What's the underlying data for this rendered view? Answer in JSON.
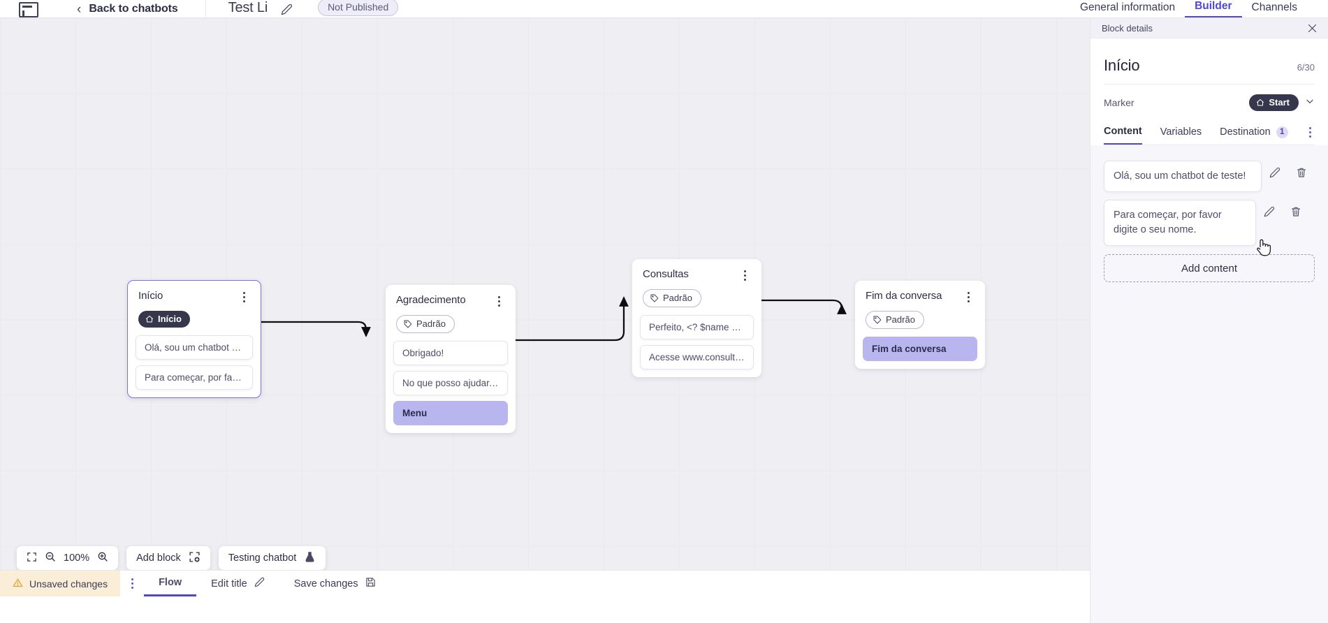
{
  "header": {
    "logo_name": "app-logo",
    "back_label": "Back to chatbots",
    "bot_title": "Test Li",
    "publish_status": "Not Published",
    "tabs": [
      {
        "label": "General information",
        "active": false
      },
      {
        "label": "Builder",
        "active": true
      },
      {
        "label": "Channels",
        "active": false
      }
    ]
  },
  "canvas": {
    "nodes": [
      {
        "title": "Início",
        "tag": "Início",
        "tag_type": "start",
        "selected": true,
        "messages": [
          {
            "text": "Olá, sou um chatbot de teste!",
            "highlight": false
          },
          {
            "text": "Para começar, por favor digite o ...",
            "highlight": false
          }
        ]
      },
      {
        "title": "Agradecimento",
        "tag": "Padrão",
        "tag_type": "padrao",
        "selected": false,
        "messages": [
          {
            "text": "Obrigado!",
            "highlight": false
          },
          {
            "text": "No que posso ajudar, <? $name ...",
            "highlight": false
          },
          {
            "text": "Menu",
            "highlight": true
          }
        ]
      },
      {
        "title": "Consultas",
        "tag": "Padrão",
        "tag_type": "padrao",
        "selected": false,
        "messages": [
          {
            "text": "Perfeito, <? $name ?>!",
            "highlight": false
          },
          {
            "text": "Acesse www.consultas.com par...",
            "highlight": false
          }
        ]
      },
      {
        "title": "Fim da conversa",
        "tag": "Padrão",
        "tag_type": "padrao",
        "selected": false,
        "messages": [
          {
            "text": "Fim da conversa",
            "highlight": true
          }
        ]
      }
    ]
  },
  "toolbar": {
    "fit_icon": "fit-screen-icon",
    "zoom_out_icon": "zoom-out-icon",
    "zoom_level": "100%",
    "zoom_in_icon": "zoom-in-icon",
    "add_block_label": "Add block",
    "add_block_icon": "add-block-icon",
    "testing_label": "Testing chatbot",
    "testing_icon": "flask-icon"
  },
  "statusbar": {
    "unsaved_label": "Unsaved changes",
    "unsaved_icon": "warning-icon",
    "kebab_icon": "more-options-icon",
    "flow_label": "Flow",
    "edit_title_label": "Edit title",
    "edit_title_icon": "pencil-icon",
    "save_label": "Save changes",
    "save_icon": "save-disk-icon"
  },
  "panel": {
    "bar_label": "Block details",
    "close_icon": "close-icon",
    "title": "Início",
    "counter": "6/30",
    "marker_label": "Marker",
    "marker_value": "Start",
    "marker_icon": "home-icon",
    "marker_chevron": "chevron-down-icon",
    "tabs": [
      {
        "label": "Content",
        "active": true,
        "badge": ""
      },
      {
        "label": "Variables",
        "active": false,
        "badge": ""
      },
      {
        "label": "Destination",
        "active": false,
        "badge": "1"
      }
    ],
    "kebab_icon": "more-options-icon",
    "contents": [
      {
        "text": "Olá, sou um chatbot de teste!",
        "edit_icon": "pencil-icon",
        "delete_icon": "trash-icon"
      },
      {
        "text": "Para começar, por favor digite o seu nome.",
        "edit_icon": "pencil-icon",
        "delete_icon": "trash-icon"
      }
    ],
    "add_content_label": "Add content"
  },
  "colors": {
    "accent": "#4f46d6",
    "highlight": "#b9b6ef",
    "dark_pill": "#36364d",
    "warning_bg": "#fbeed9",
    "canvas_bg": "#efeff3"
  }
}
